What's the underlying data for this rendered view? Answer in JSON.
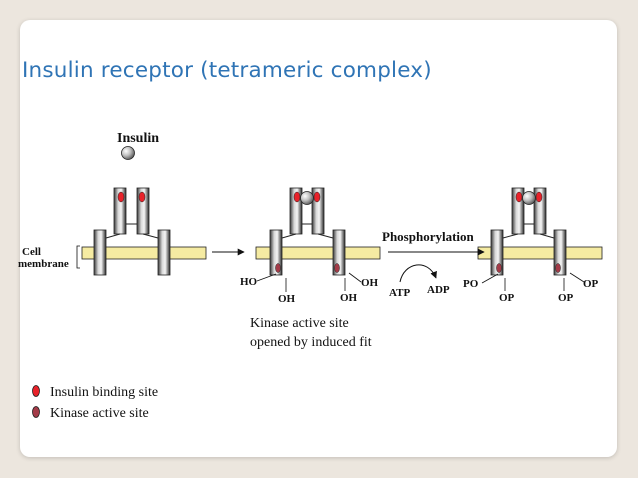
{
  "slide": {
    "title": "Insulin receptor (tetrameric complex)"
  },
  "diagram": {
    "insulin_label": "Insulin",
    "membrane_label_line1": "Cell",
    "membrane_label_line2": "membrane",
    "phosphorylation_label": "Phosphorylation",
    "atp_label": "ATP",
    "adp_label": "ADP",
    "ho_label": "HO",
    "oh_label": "OH",
    "po_label": "PO",
    "op_label": "OP",
    "caption_line1": "Kinase active site",
    "caption_line2": "opened by induced fit"
  },
  "legend": {
    "items": [
      {
        "label": "Insulin binding site",
        "color": "#e8222a"
      },
      {
        "label": "Kinase active site",
        "color": "#a33b48"
      }
    ]
  },
  "colors": {
    "title": "#2f74b5",
    "membrane": "#f5eba2",
    "binding_site": "#e8222a",
    "kinase_site": "#a33b48"
  }
}
